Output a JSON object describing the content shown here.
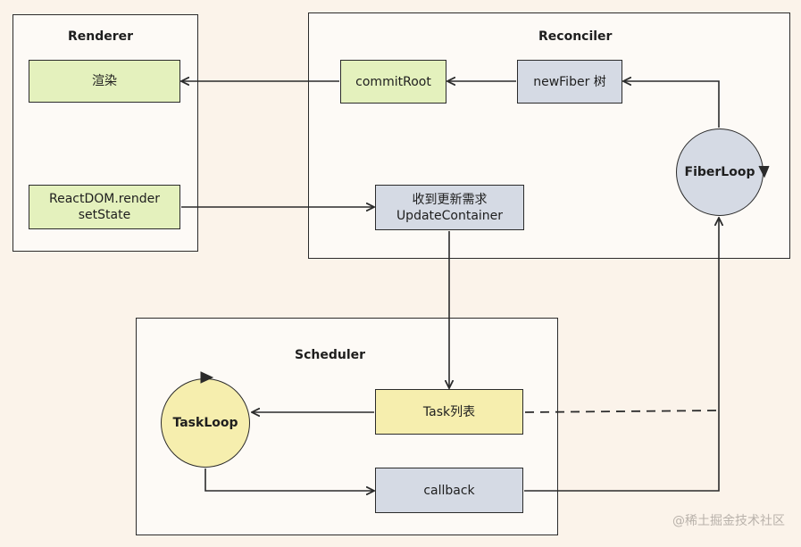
{
  "regions": {
    "renderer": "Renderer",
    "reconciler": "Reconciler",
    "scheduler": "Scheduler"
  },
  "nodes": {
    "render_output": "渲染",
    "commit_root": "commitRoot",
    "new_fiber_tree": "newFiber 树",
    "fiber_loop": "FiberLoop",
    "reactdom_render_line1": "ReactDOM.render",
    "reactdom_render_line2": "setState",
    "update_container_line1": "收到更新需求",
    "update_container_line2": "UpdateContainer",
    "task_loop": "TaskLoop",
    "task_list": "Task列表",
    "callback": "callback"
  },
  "watermark": "@稀土掘金技术社区",
  "colors": {
    "green": "#e4f1bd",
    "grey": "#d5dae4",
    "yellow": "#f6eeae",
    "background": "#fbf3ea"
  }
}
